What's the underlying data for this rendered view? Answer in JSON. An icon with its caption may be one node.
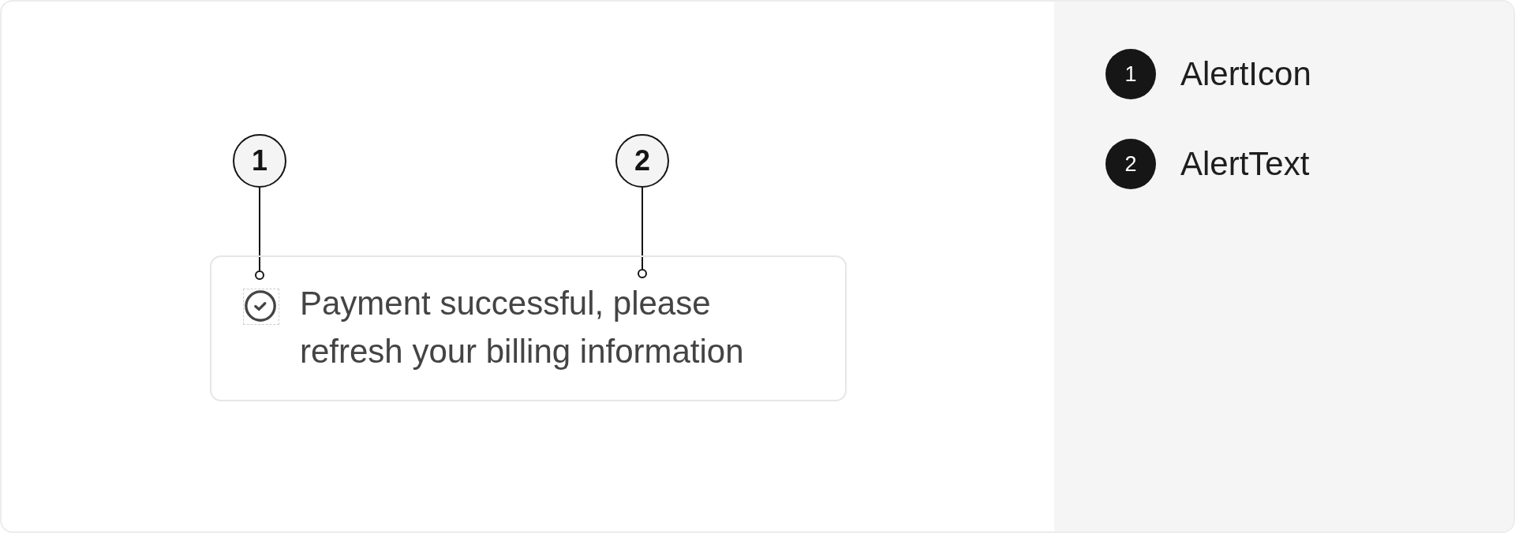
{
  "diagram": {
    "nodes": [
      {
        "text": [
          "1"
        ]
      },
      {
        "text": [
          "2"
        ]
      },
      {
        "text": [],
        "shape": "box"
      },
      {
        "text": [],
        "shape": "picture",
        "in": 2
      },
      {
        "text": [
          "Payment successful, please refresh your billing information"
        ],
        "in": 2
      }
    ],
    "edges": [
      {
        "from": 0,
        "to": 3,
        "arrow": "other"
      },
      {
        "from": 1,
        "to": 4,
        "arrow": "other"
      }
    ],
    "labels": [
      "1",
      "AlertIcon",
      "2",
      "AlertText"
    ]
  }
}
